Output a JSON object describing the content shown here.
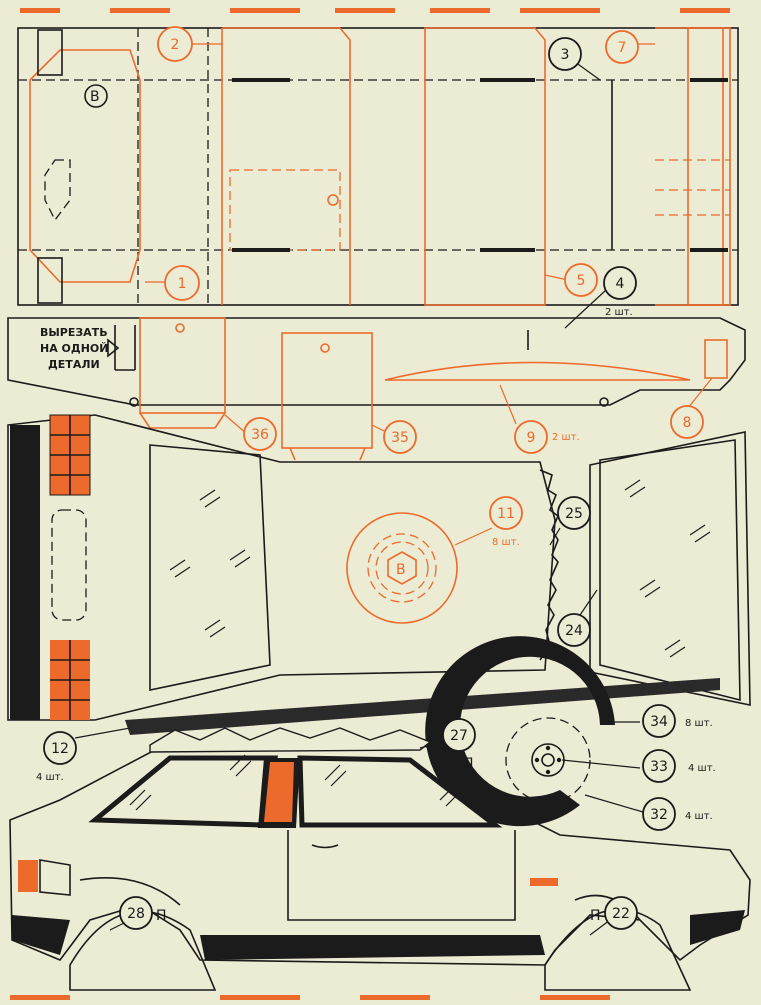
{
  "note_lines": [
    "ВЫРЕЗАТЬ",
    "НА ОДНОЙ",
    "ДЕТАЛИ"
  ],
  "marker_letter": "В",
  "side_letters": {
    "left_side": "Л",
    "right_side": "П"
  },
  "labels": [
    {
      "id": "p1",
      "num": "1"
    },
    {
      "id": "p2",
      "num": "2"
    },
    {
      "id": "p3",
      "num": "3"
    },
    {
      "id": "p4",
      "num": "4",
      "qty": "2 шт."
    },
    {
      "id": "p5",
      "num": "5"
    },
    {
      "id": "p7",
      "num": "7"
    },
    {
      "id": "p8",
      "num": "8"
    },
    {
      "id": "p9",
      "num": "9",
      "qty": "2 шт."
    },
    {
      "id": "p11",
      "num": "11",
      "qty": "8 шт."
    },
    {
      "id": "p12",
      "num": "12",
      "qty": "4 шт."
    },
    {
      "id": "p22",
      "num": "22"
    },
    {
      "id": "p24",
      "num": "24"
    },
    {
      "id": "p25",
      "num": "25"
    },
    {
      "id": "p27",
      "num": "27"
    },
    {
      "id": "p28",
      "num": "28"
    },
    {
      "id": "p32",
      "num": "32",
      "qty": "4 шт."
    },
    {
      "id": "p33",
      "num": "33",
      "qty": "4 шт."
    },
    {
      "id": "p34",
      "num": "34",
      "qty": "8 шт."
    },
    {
      "id": "p35",
      "num": "35"
    },
    {
      "id": "p36",
      "num": "36"
    }
  ],
  "colors": {
    "ink": "#1b1b1b",
    "accent": "#ec6a2c",
    "paper": "#ecebd3"
  }
}
